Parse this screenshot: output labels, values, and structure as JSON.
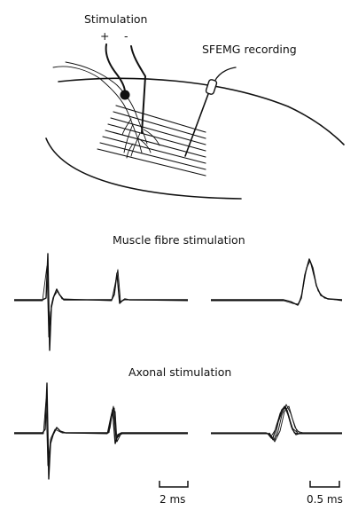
{
  "diagram": {
    "labels": {
      "stimulation": "Stimulation",
      "plus": "+",
      "minus": "-",
      "sfemg_recording": "SFEMG recording"
    }
  },
  "panels": {
    "muscle_fibre_title": "Muscle fibre stimulation",
    "axonal_title": "Axonal stimulation"
  },
  "scalebars": {
    "left_label": "2 ms",
    "right_label": "0.5 ms"
  },
  "colors": {
    "ink": "#111111",
    "background": "#ffffff"
  }
}
